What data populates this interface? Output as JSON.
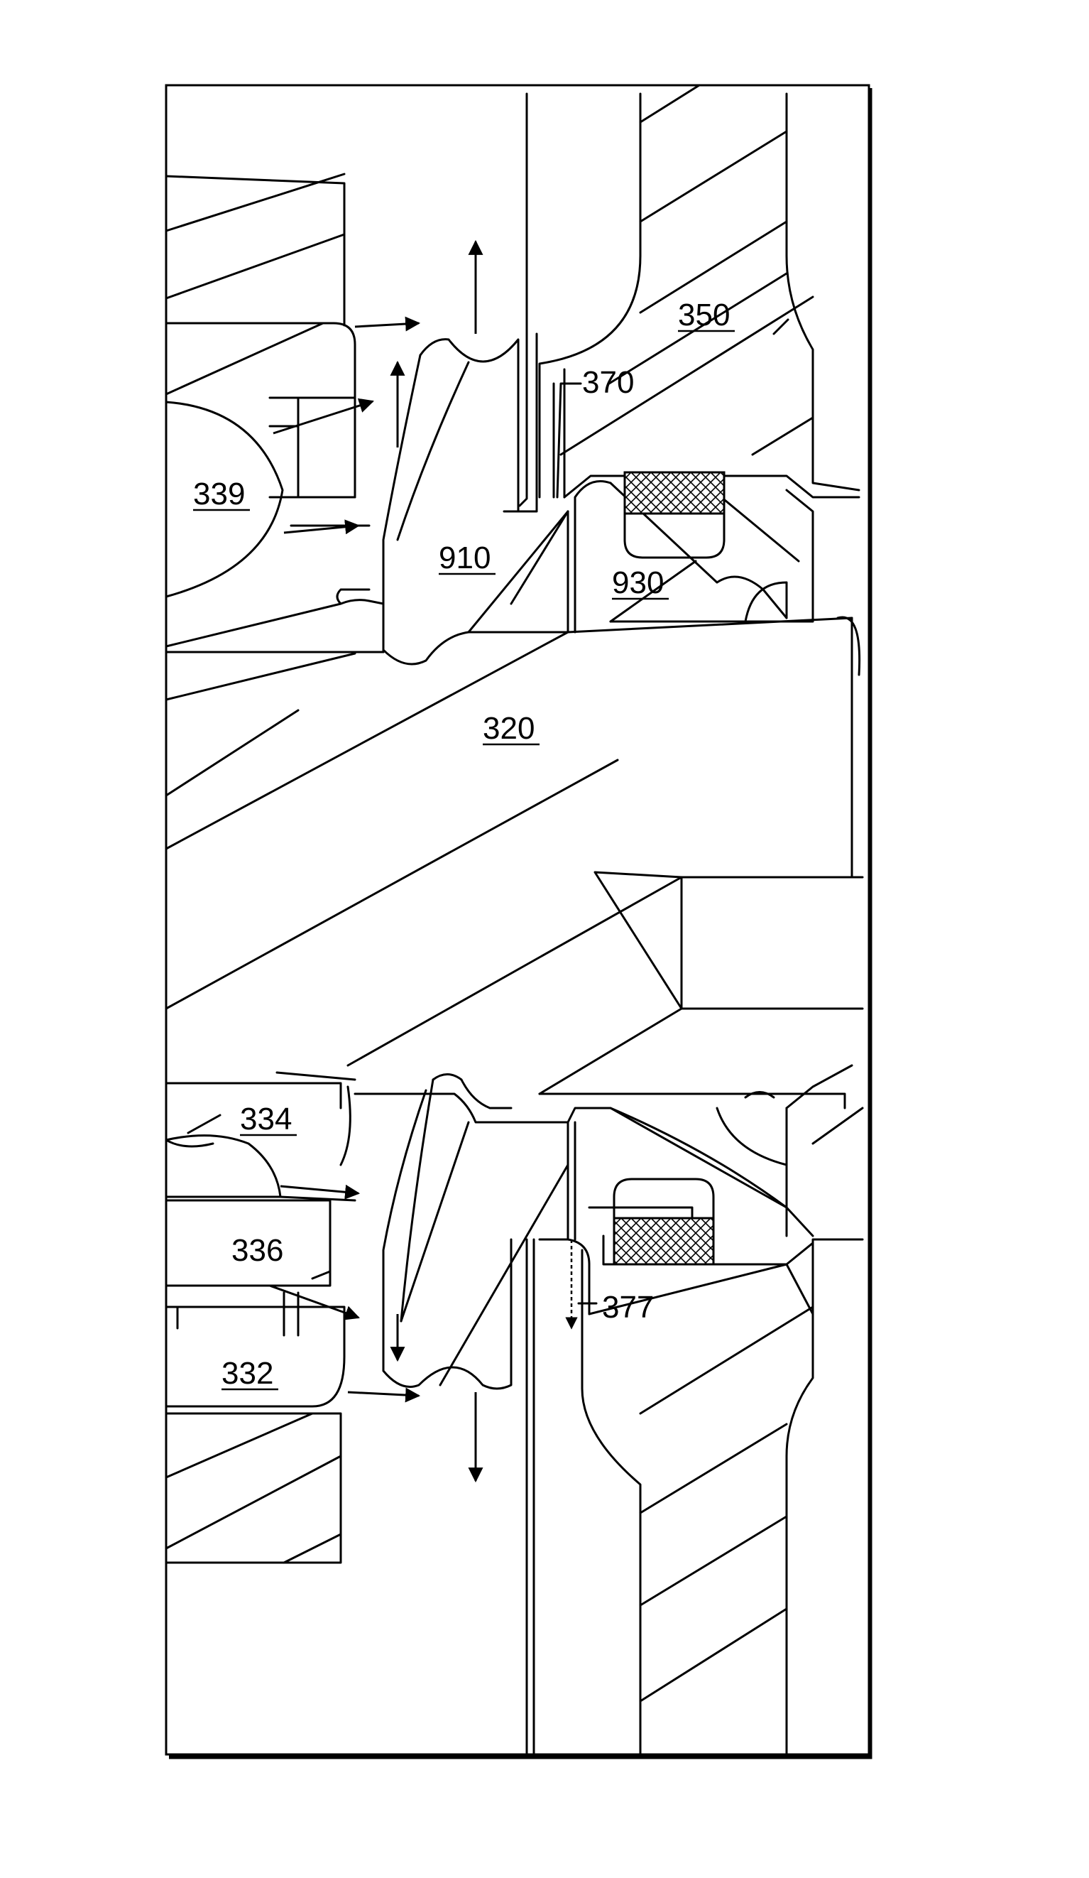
{
  "figure": {
    "labels": {
      "l350": "350",
      "l370": "370",
      "l339": "339",
      "l910": "910",
      "l930": "930",
      "l320": "320",
      "l334": "334",
      "l336": "336",
      "l332": "332",
      "l377": "377"
    },
    "colors": {
      "line": "#000000",
      "background": "#ffffff"
    }
  }
}
